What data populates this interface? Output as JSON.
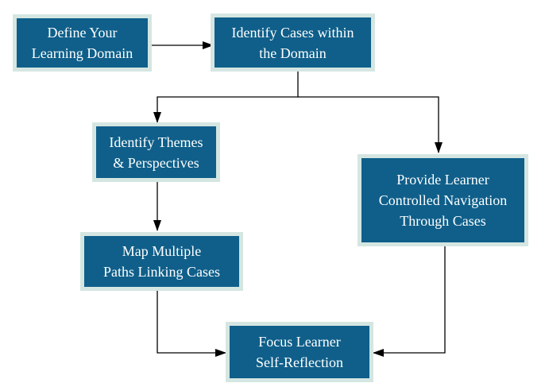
{
  "colors": {
    "box_fill": "#0f5f8a",
    "box_border": "#d5e6e2",
    "text": "#ffffff",
    "connector": "#000000"
  },
  "nodes": {
    "define_domain": {
      "line1": "Define Your",
      "line2": "Learning Domain"
    },
    "identify_cases": {
      "line1": "Identify Cases within",
      "line2": "the Domain"
    },
    "identify_themes": {
      "line1": "Identify Themes",
      "line2": "& Perspectives"
    },
    "map_paths": {
      "line1": "Map Multiple",
      "line2": "Paths Linking Cases"
    },
    "provide_navigation": {
      "line1": "Provide Learner",
      "line2": "Controlled Navigation",
      "line3": "Through Cases"
    },
    "focus_reflection": {
      "line1": "Focus Learner",
      "line2": "Self-Reflection"
    }
  },
  "edges": [
    {
      "from": "define_domain",
      "to": "identify_cases"
    },
    {
      "from": "identify_cases",
      "to": "identify_themes"
    },
    {
      "from": "identify_cases",
      "to": "provide_navigation"
    },
    {
      "from": "identify_themes",
      "to": "map_paths"
    },
    {
      "from": "map_paths",
      "to": "focus_reflection"
    },
    {
      "from": "provide_navigation",
      "to": "focus_reflection"
    }
  ]
}
